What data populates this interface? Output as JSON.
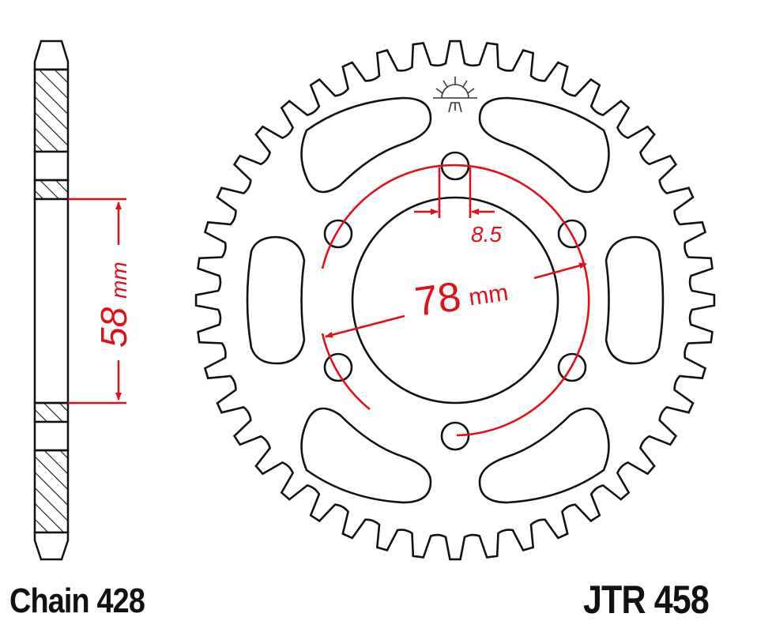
{
  "drawing": {
    "part_number": "JTR 458",
    "chain_label": "Chain 428",
    "dimensions": {
      "bore_width_label": "58",
      "bore_width_unit": "mm",
      "pcd_label": "78",
      "pcd_unit": "mm",
      "bolt_hole_label": "8.5"
    },
    "colors": {
      "outline": "#111111",
      "dimension": "#e0101a",
      "hatch": "#111111",
      "background": "#ffffff"
    },
    "logo_icon": "jt-sun-logo-icon",
    "sprocket": {
      "teeth": 44,
      "bolt_holes": 6,
      "lightening_slots": 6
    }
  }
}
